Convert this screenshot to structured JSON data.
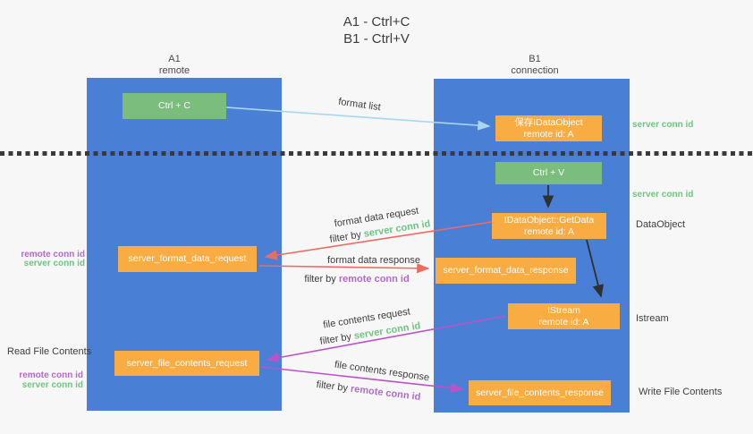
{
  "title": {
    "line1": "A1 - Ctrl+C",
    "line2": "B1 - Ctrl+V"
  },
  "lanes": {
    "a1": {
      "name": "A1",
      "subtitle": "remote"
    },
    "b1": {
      "name": "B1",
      "subtitle": "connection"
    }
  },
  "nodes": {
    "ctrl_c": {
      "label": "Ctrl + C"
    },
    "ctrl_v": {
      "label": "Ctrl + V"
    },
    "save_idataobject": {
      "line1": "保存IDataObject",
      "line2": "remote id: A"
    },
    "getdata": {
      "line1": "IDataObject::GetData",
      "line2": "remote id: A"
    },
    "istream": {
      "line1": "IStream",
      "line2": "remote id: A"
    },
    "format_request": {
      "label": "server_format_data_request"
    },
    "format_response": {
      "label": "server_format_data_response"
    },
    "file_request": {
      "label": "server_file_contents_request"
    },
    "file_response": {
      "label": "server_file_contents_response"
    }
  },
  "flow_labels": {
    "format_list": "format list",
    "format_data_request": "format data request",
    "format_data_response": "format data response",
    "file_contents_request": "file contents request",
    "file_contents_response": "file contents response",
    "filter_by": "filter by ",
    "server_conn_id": "server conn id",
    "remote_conn_id": "remote conn id"
  },
  "side_labels": {
    "left": {
      "remote_conn_id": "remote conn id",
      "server_conn_id": "server conn id",
      "read_file_contents": "Read File Contents"
    },
    "right": {
      "server_conn_id_top": "server conn id",
      "server_conn_id_mid": "server conn id",
      "dataobject": "DataObject",
      "istream": "Istream",
      "write_file_contents": "Write File Contents"
    }
  },
  "colors": {
    "lane_blue": "#4a7fd6",
    "node_green": "#7abd7d",
    "node_orange": "#f9ac42",
    "text_green": "#6fc583",
    "text_purple": "#b26cc8",
    "arrow_red": "#ee6a63",
    "arrow_magenta": "#bb53c6",
    "arrow_lightblue": "#a9d5f0",
    "arrow_black": "#303030",
    "separator": "#3a3a3a",
    "background": "#f7f7f8"
  }
}
